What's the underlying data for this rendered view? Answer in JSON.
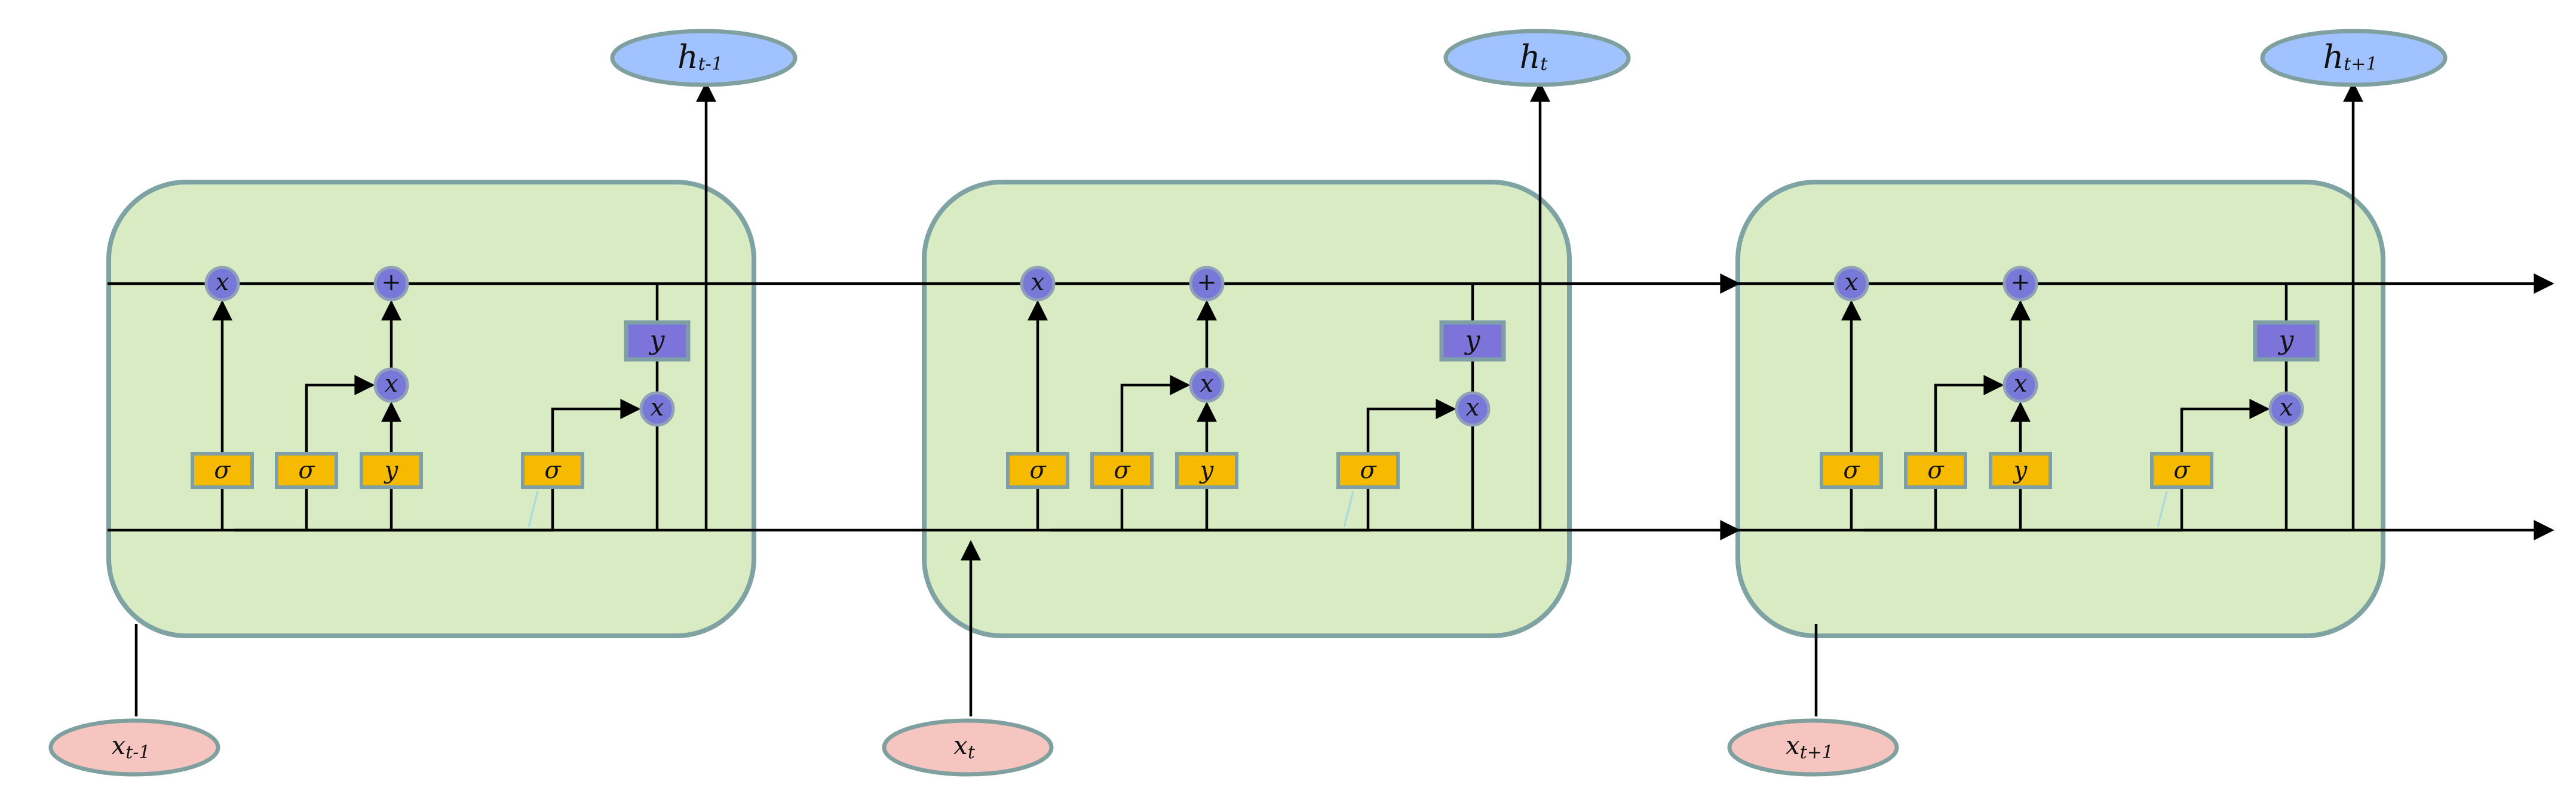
{
  "diagram": {
    "cells": [
      {
        "ops": {
          "forget_mul": "x",
          "add": "+",
          "input_mul": "x",
          "output_mul": "x"
        },
        "gates": [
          "σ",
          "σ",
          "y",
          "σ"
        ],
        "tanh": "y",
        "output": {
          "base": "h",
          "sub": "t-1"
        },
        "input": {
          "base": "x",
          "sub": "t-1"
        }
      },
      {
        "ops": {
          "forget_mul": "x",
          "add": "+",
          "input_mul": "x",
          "output_mul": "x"
        },
        "gates": [
          "σ",
          "σ",
          "y",
          "σ"
        ],
        "tanh": "y",
        "output": {
          "base": "h",
          "sub": "t"
        },
        "input": {
          "base": "x",
          "sub": "t"
        }
      },
      {
        "ops": {
          "forget_mul": "x",
          "add": "+",
          "input_mul": "x",
          "output_mul": "x"
        },
        "gates": [
          "σ",
          "σ",
          "y",
          "σ"
        ],
        "tanh": "y",
        "output": {
          "base": "h",
          "sub": "t+1"
        },
        "input": {
          "base": "x",
          "sub": "t+1"
        }
      }
    ],
    "colors": {
      "cell_fill": "#d9ebc3",
      "cell_border": "#7fa3a3",
      "gate_fill": "#f6ba00",
      "op_fill": "#7878d8",
      "tanh_fill": "#7c74d9",
      "output_fill": "#a0c2ff",
      "input_fill": "#f7c5c0"
    }
  }
}
